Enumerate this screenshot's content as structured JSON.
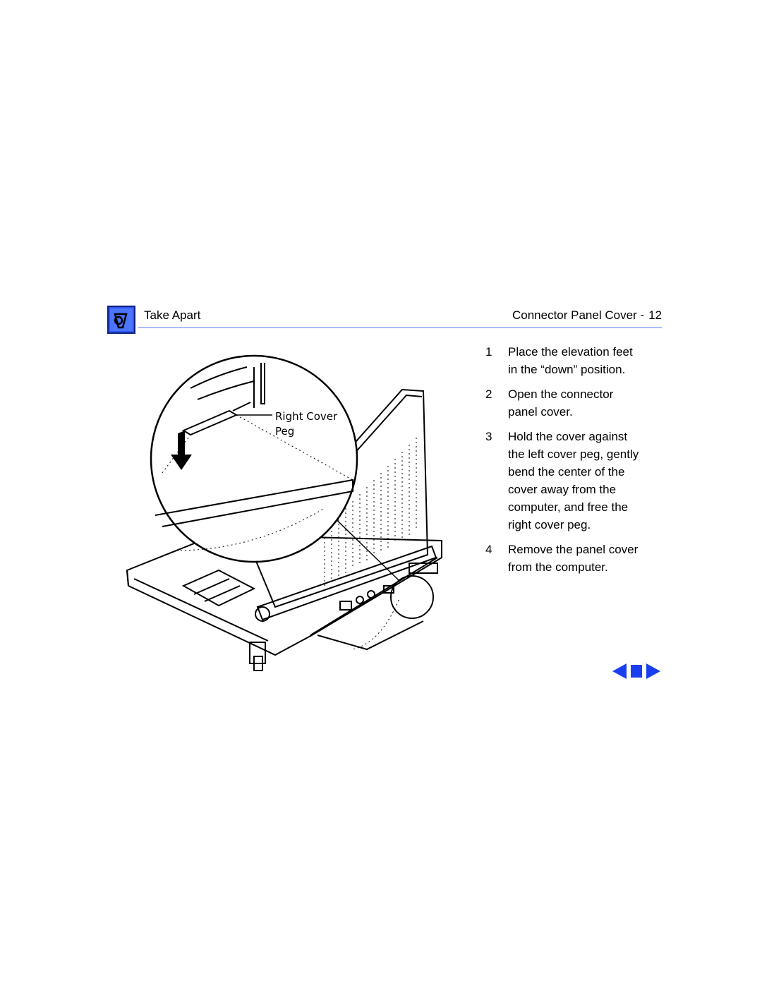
{
  "header": {
    "section": "Take Apart",
    "title": "Connector Panel Cover -",
    "page_number": "12",
    "icon": "manual-book-icon",
    "rule_color": "#5a7cf0"
  },
  "figure": {
    "callout": "Right Cover\nPeg"
  },
  "steps": [
    {
      "number": "1",
      "text": "Place the elevation feet\nin the “down” position."
    },
    {
      "number": "2",
      "text": "Open the connector\npanel cover."
    },
    {
      "number": "3",
      "text": "Hold the cover against\nthe left cover peg, gently\nbend the center of the\ncover away from the\ncomputer, and free the\nright cover peg."
    },
    {
      "number": "4",
      "text": "Remove the panel cover\nfrom the computer."
    }
  ],
  "nav": {
    "prev_icon": "left-arrow-icon",
    "stop_icon": "square-icon",
    "next_icon": "right-arrow-icon",
    "color": "#1a3ff0"
  }
}
